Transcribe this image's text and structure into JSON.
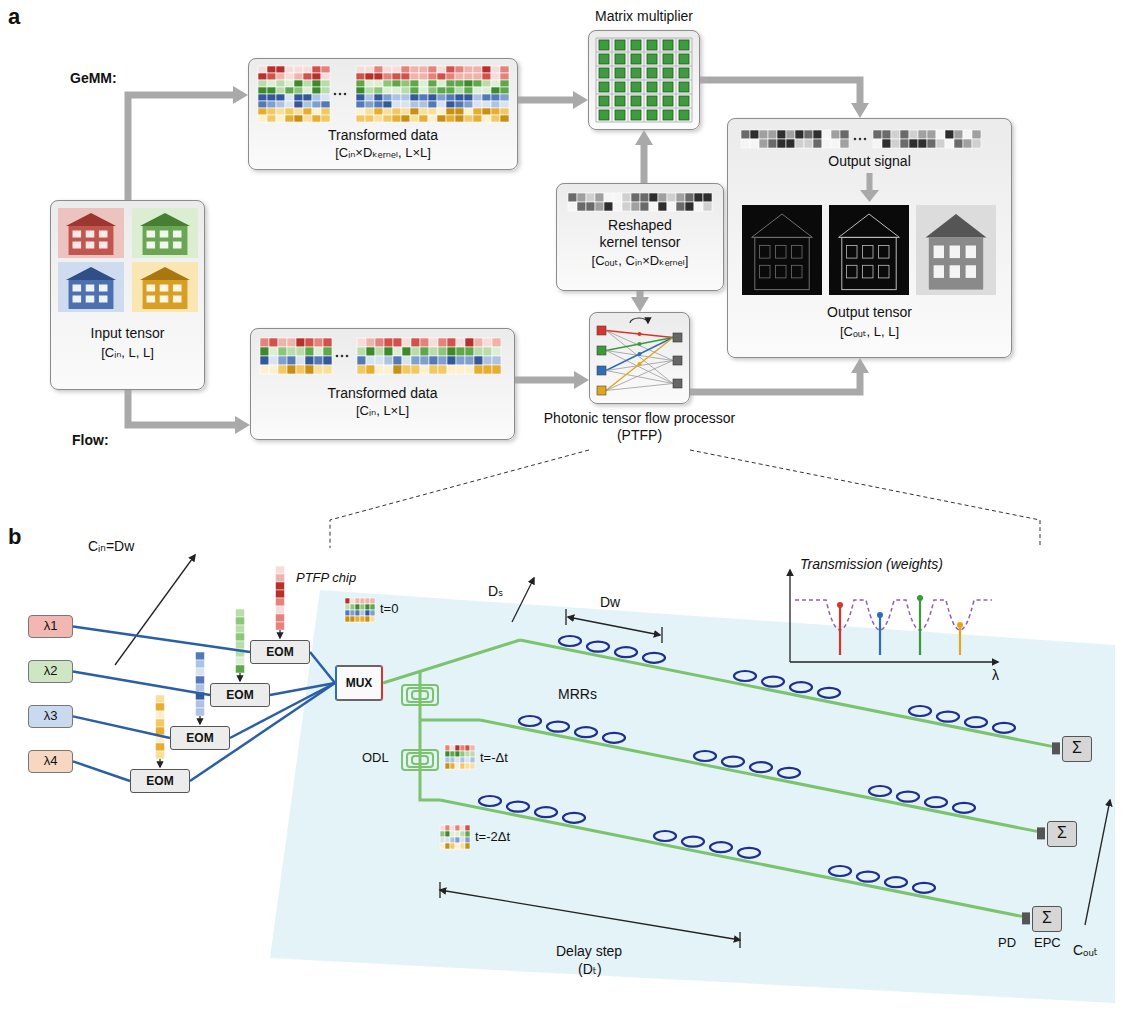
{
  "diagram": {
    "nodes": [
      {
        "text": [
          "Input tensor",
          "[Cᵢₙ, L, L]"
        ]
      },
      {
        "text": [
          "Transformed data",
          "[Cᵢₙ×Dₖₑᵣₙₑₗ, L×L]"
        ]
      },
      {
        "text": [
          "Matrix multiplier"
        ]
      },
      {
        "text": [
          "Reshaped kernel tensor",
          "[Cₒᵤₜ, Cᵢₙ×Dₖₑᵣₙₑₗ]"
        ]
      },
      {
        "text": [
          "Transformed data",
          "[Cᵢₙ, L×L]"
        ]
      },
      {
        "text": [
          "Photonic tensor flow processor (PTFP)"
        ]
      },
      {
        "text": [
          "Output signal",
          "Output tensor",
          "[Cₒᵤₜ, L, L]"
        ]
      },
      {
        "text": [
          "λ1"
        ]
      },
      {
        "text": [
          "λ2"
        ]
      },
      {
        "text": [
          "λ3"
        ]
      },
      {
        "text": [
          "λ4"
        ]
      },
      {
        "text": [
          "EOM"
        ]
      },
      {
        "text": [
          "EOM"
        ]
      },
      {
        "text": [
          "EOM"
        ]
      },
      {
        "text": [
          "EOM"
        ]
      },
      {
        "text": [
          "MUX"
        ]
      },
      {
        "text": [
          "Σ"
        ]
      },
      {
        "text": [
          "Σ"
        ]
      },
      {
        "text": [
          "Σ"
        ]
      }
    ],
    "edges": [
      {
        "from": 0,
        "to": 1,
        "arrow": "to"
      },
      {
        "from": 0,
        "to": 4,
        "arrow": "to"
      },
      {
        "from": 1,
        "to": 2,
        "arrow": "to"
      },
      {
        "from": 3,
        "to": 2,
        "arrow": "to"
      },
      {
        "from": 3,
        "to": 5,
        "arrow": "to"
      },
      {
        "from": 4,
        "to": 5,
        "arrow": "to"
      },
      {
        "from": 2,
        "to": 6,
        "arrow": "to"
      },
      {
        "from": 5,
        "to": 6,
        "arrow": "to"
      },
      {
        "from": 7,
        "to": 11,
        "arrow": "none"
      },
      {
        "from": 8,
        "to": 12,
        "arrow": "none"
      },
      {
        "from": 9,
        "to": 13,
        "arrow": "none"
      },
      {
        "from": 10,
        "to": 14,
        "arrow": "none"
      },
      {
        "from": 11,
        "to": 15,
        "arrow": "none"
      },
      {
        "from": 12,
        "to": 15,
        "arrow": "none"
      },
      {
        "from": 13,
        "to": 15,
        "arrow": "none"
      },
      {
        "from": 14,
        "to": 15,
        "arrow": "none"
      }
    ],
    "labels": [
      "a",
      "GeMM:",
      "Flow:",
      "b",
      "Cᵢₙ=Dw",
      "PTFP chip",
      "t=0",
      "Dₛ",
      "Dw",
      "Transmission (weights)",
      "λ",
      "MRRs",
      "t=-Δt",
      "ODL",
      "t=-2Δt",
      "Delay step",
      "(Dₜ)",
      "PD",
      "EPC",
      "Cₒᵤₜ"
    ]
  }
}
